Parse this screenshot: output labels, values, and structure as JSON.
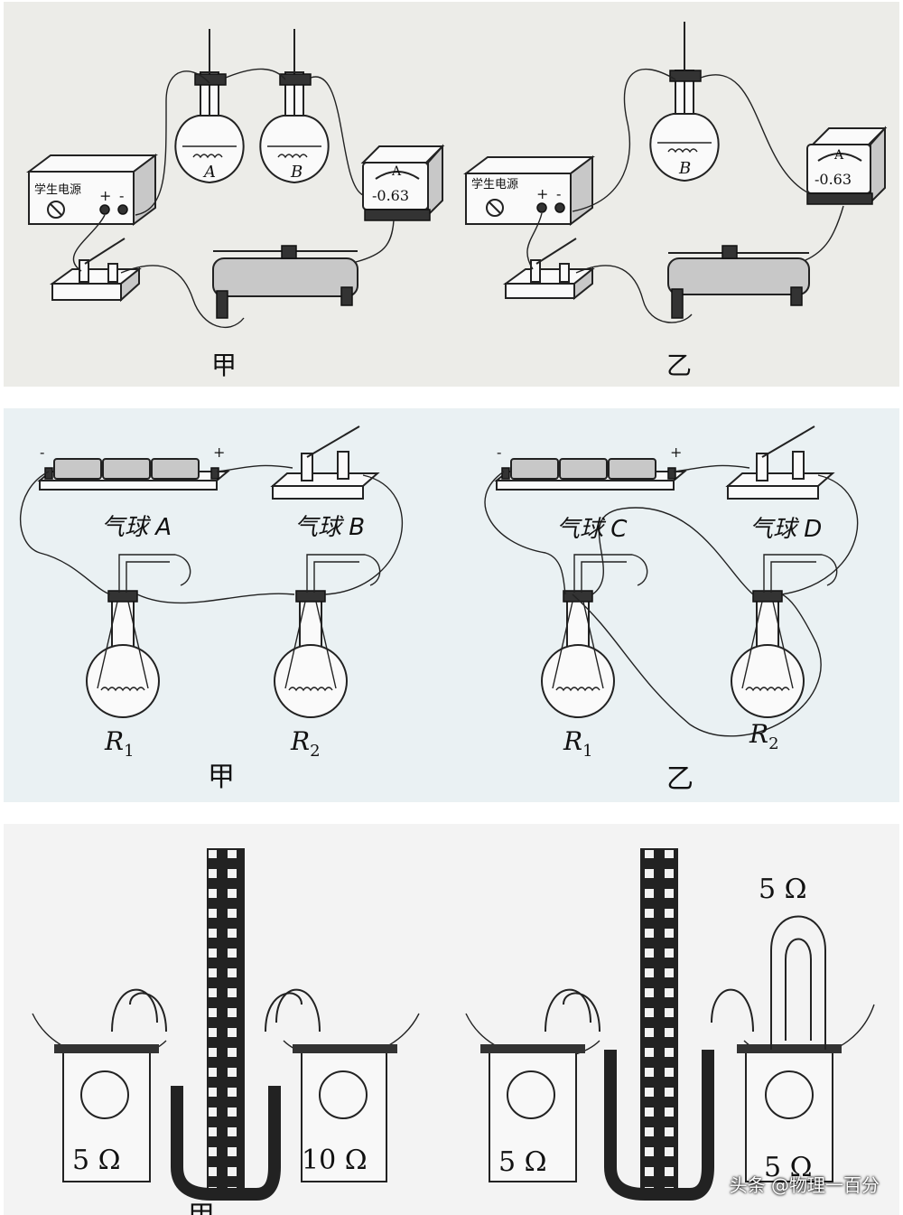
{
  "panel1": {
    "left": {
      "power_label": "学生电源",
      "plus": "+",
      "minus": "-",
      "flask_a": "A",
      "flask_b": "B",
      "ammeter_letter": "A",
      "ammeter_scale": "-0.63",
      "caption": "甲"
    },
    "right": {
      "power_label": "学生电源",
      "plus": "+",
      "minus": "-",
      "flask_b": "B",
      "ammeter_letter": "A",
      "ammeter_scale": "-0.63",
      "caption": "乙"
    }
  },
  "panel2": {
    "left": {
      "minus": "-",
      "plus": "+",
      "balloon_a": "气球 A",
      "balloon_b": "气球 B",
      "r1_main": "R",
      "r1_sub": "1",
      "r2_main": "R",
      "r2_sub": "2",
      "caption": "甲"
    },
    "right": {
      "minus": "-",
      "plus": "+",
      "balloon_c": "气球 C",
      "balloon_d": "气球 D",
      "r1_main": "R",
      "r1_sub": "1",
      "r2_main": "R",
      "r2_sub": "2",
      "caption": "乙"
    }
  },
  "panel3": {
    "left": {
      "left_resistor": "5 Ω",
      "right_resistor": "10 Ω",
      "caption": "甲"
    },
    "right": {
      "left_resistor": "5 Ω",
      "top_resistor": "5 Ω",
      "right_resistor": "5 Ω"
    }
  },
  "watermark": "头条 @物理一百分"
}
